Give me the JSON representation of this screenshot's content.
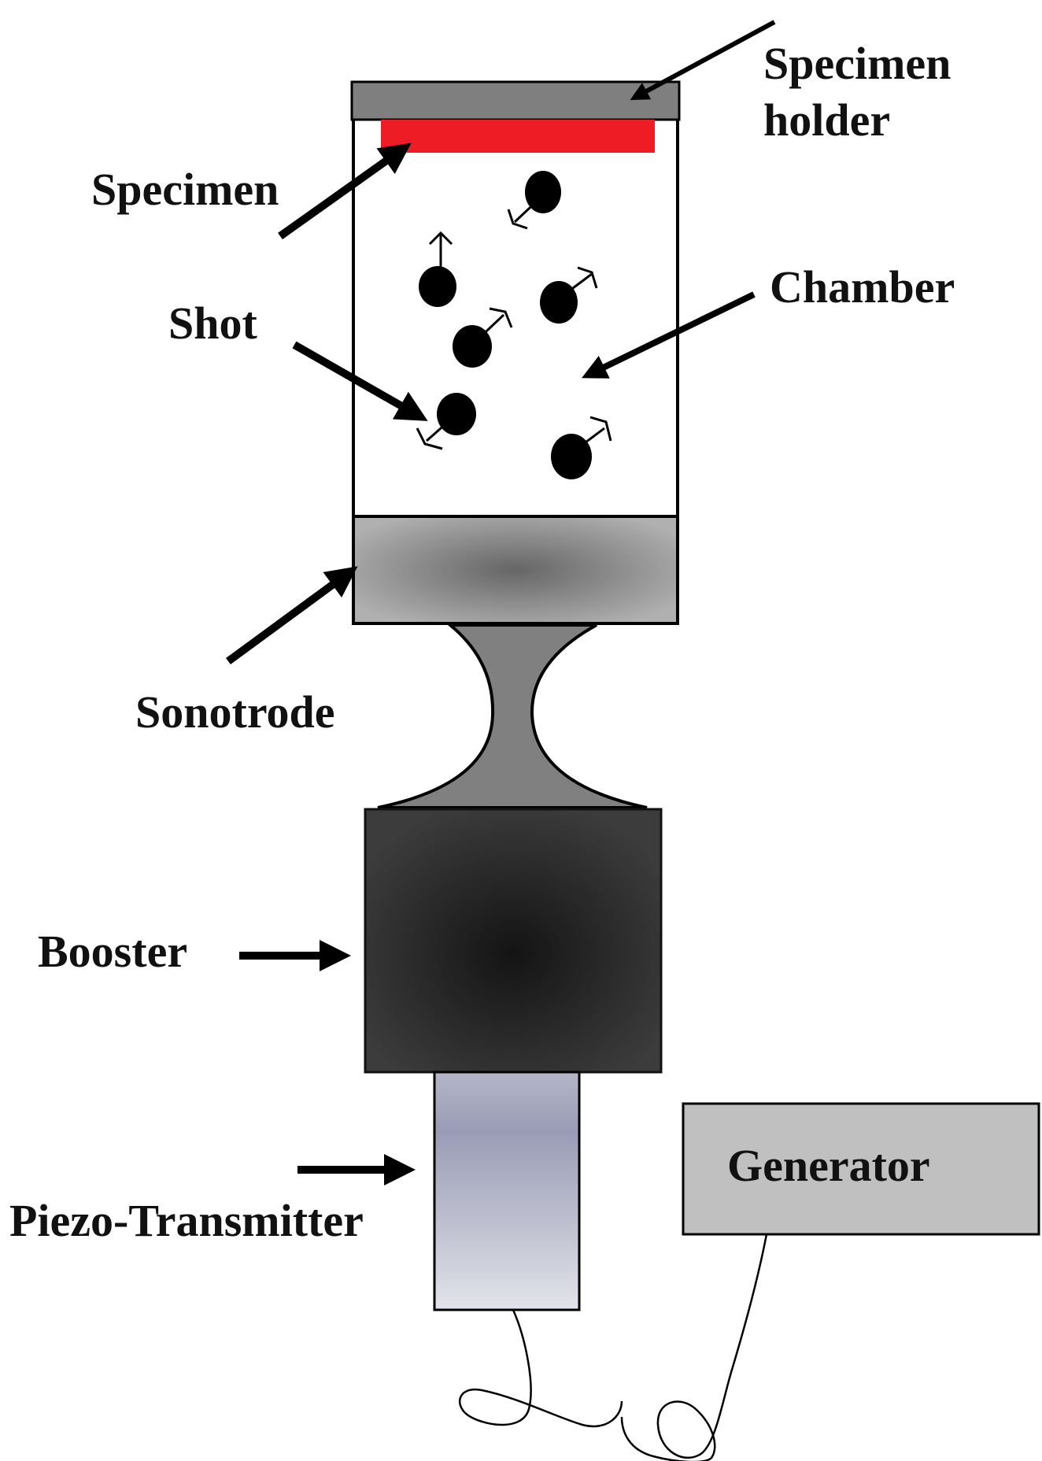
{
  "labels": {
    "specimen_holder_line1": "Specimen",
    "specimen_holder_line2": "holder",
    "specimen": "Specimen",
    "shot": "Shot",
    "chamber": "Chamber",
    "sonotrode": "Sonotrode",
    "booster": "Booster",
    "piezo": "Piezo-Transmitter",
    "generator": "Generator"
  },
  "colors": {
    "specimen": "#ee1c24",
    "holder": "#7f7f7f",
    "sonotrode_center": "#666666",
    "sonotrode_edge": "#a8a8a8",
    "horn": "#808080",
    "booster_center": "#1a1a1a",
    "booster_edge": "#3a3a3a",
    "piezo_top": "#9a9cb8",
    "piezo_bottom": "#dedfe8",
    "generator": "#c0c0c0",
    "outline": "#000000"
  }
}
